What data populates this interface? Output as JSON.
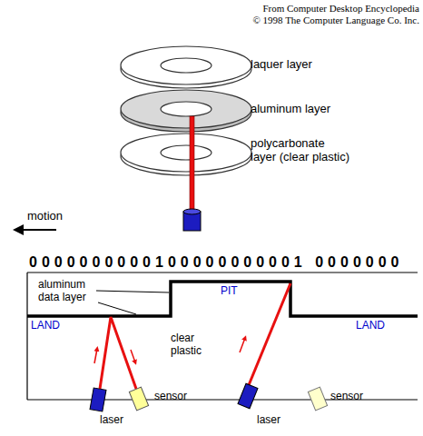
{
  "diagram": {
    "labels": [
      "From Computer Desktop Encyclopedia",
      "© 1998 The Computer Language Co. Inc.",
      "laquer layer",
      "aluminum layer",
      "polycarbonate layer (clear plastic)",
      "motion",
      "0000000000100000000001 0000000",
      "aluminum data layer",
      "PIT",
      "LAND",
      "LAND",
      "clear plastic",
      "laser",
      "sensor",
      "laser",
      "sensor"
    ]
  }
}
